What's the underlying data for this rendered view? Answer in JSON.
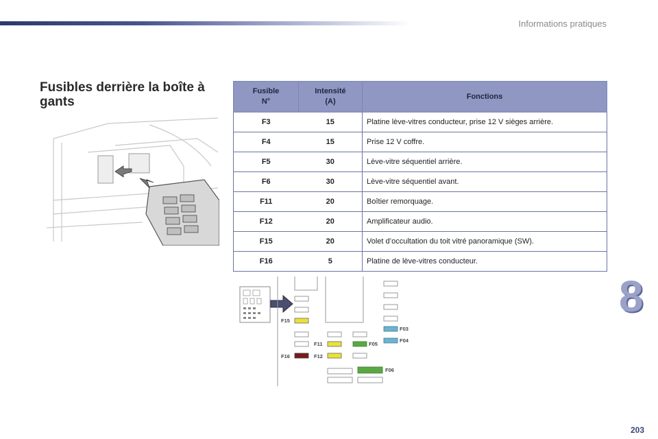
{
  "header": {
    "section": "Informations pratiques"
  },
  "title": "Fusibles derrière la boîte à gants",
  "table": {
    "headers": {
      "fuse": "Fusible\nN°",
      "amps": "Intensité\n(A)",
      "functions": "Fonctions"
    },
    "rows": [
      {
        "fuse": "F3",
        "amps": "15",
        "function": "Platine lève-vitres conducteur, prise 12 V sièges arrière."
      },
      {
        "fuse": "F4",
        "amps": "15",
        "function": "Prise 12 V coffre."
      },
      {
        "fuse": "F5",
        "amps": "30",
        "function": "Lève-vitre séquentiel arrière."
      },
      {
        "fuse": "F6",
        "amps": "30",
        "function": "Lève-vitre séquentiel avant."
      },
      {
        "fuse": "F11",
        "amps": "20",
        "function": "Boîtier remorquage."
      },
      {
        "fuse": "F12",
        "amps": "20",
        "function": "Amplificateur audio."
      },
      {
        "fuse": "F15",
        "amps": "20",
        "function": "Volet d’occultation du toit vitré panoramique (SW)."
      },
      {
        "fuse": "F16",
        "amps": "5",
        "function": "Platine de lève-vitres conducteur."
      }
    ]
  },
  "diagram": {
    "labels": {
      "f15": "F15",
      "f16": "F16",
      "f11": "F11",
      "f12": "F12",
      "f05": "F05",
      "f06": "F06",
      "f03": "F03",
      "f04": "F04"
    },
    "colors": {
      "yellow": "#e8e23a",
      "red": "#7a1a1a",
      "green": "#5aa844",
      "blue": "#6fb2d0"
    }
  },
  "chapter": "8",
  "page": "203"
}
